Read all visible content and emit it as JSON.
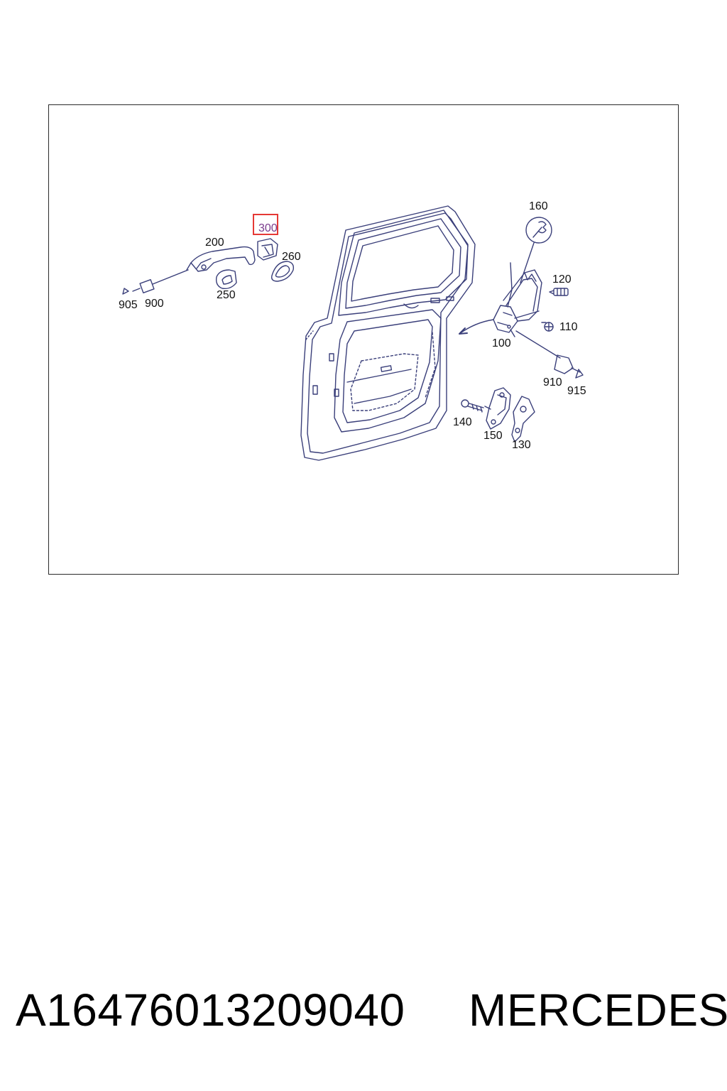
{
  "diagram": {
    "labels": [
      {
        "id": "label-160",
        "text": "160"
      },
      {
        "id": "label-300",
        "text": "300",
        "highlighted": true,
        "color": "#7a3a8c",
        "highlight_color": "#e53935"
      },
      {
        "id": "label-200",
        "text": "200"
      },
      {
        "id": "label-260",
        "text": "260"
      },
      {
        "id": "label-120",
        "text": "120"
      },
      {
        "id": "label-905",
        "text": "905"
      },
      {
        "id": "label-900",
        "text": "900"
      },
      {
        "id": "label-250",
        "text": "250"
      },
      {
        "id": "label-110",
        "text": "110"
      },
      {
        "id": "label-100",
        "text": "100"
      },
      {
        "id": "label-910",
        "text": "910"
      },
      {
        "id": "label-915",
        "text": "915"
      },
      {
        "id": "label-140",
        "text": "140"
      },
      {
        "id": "label-150",
        "text": "150"
      },
      {
        "id": "label-130",
        "text": "130"
      }
    ],
    "line_color": "#3a3f7a"
  },
  "footer": {
    "part_number": "A16476013209040",
    "brand": "MERCEDES"
  }
}
